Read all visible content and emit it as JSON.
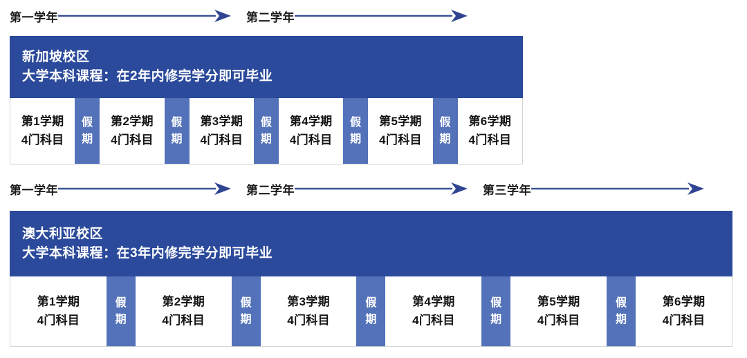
{
  "theme": {
    "header_blue": "#2b4a9b",
    "vacation_blue": "#5472b9",
    "arrow_blue": "#3a5296",
    "text_dark": "#141414",
    "cell_border": "#d4d4d4",
    "background": "#ffffff"
  },
  "programs": [
    {
      "id": "singapore",
      "timeline": {
        "years": [
          "第一学年",
          "第二学年"
        ],
        "arrow_count": 2
      },
      "campus_name": "新加坡校区",
      "campus_desc": "大学本科课程：在2年内修完学分即可毕业",
      "vacation_label_lines": [
        "假",
        "期"
      ],
      "terms": [
        {
          "name": "第1学期",
          "subjects": "4门科目"
        },
        {
          "name": "第2学期",
          "subjects": "4门科目"
        },
        {
          "name": "第3学期",
          "subjects": "4门科目"
        },
        {
          "name": "第4学期",
          "subjects": "4门科目"
        },
        {
          "name": "第5学期",
          "subjects": "4门科目"
        },
        {
          "name": "第6学期",
          "subjects": "4门科目"
        }
      ]
    },
    {
      "id": "australia",
      "timeline": {
        "years": [
          "第一学年",
          "第二学年",
          "第三学年"
        ],
        "arrow_count": 3
      },
      "campus_name": "澳大利亚校区",
      "campus_desc": "大学本科课程：在3年内修完学分即可毕业",
      "vacation_label_lines": [
        "假",
        "期"
      ],
      "terms": [
        {
          "name": "第1学期",
          "subjects": "4门科目"
        },
        {
          "name": "第2学期",
          "subjects": "4门科目"
        },
        {
          "name": "第3学期",
          "subjects": "4门科目"
        },
        {
          "name": "第4学期",
          "subjects": "4门科目"
        },
        {
          "name": "第5学期",
          "subjects": "4门科目"
        },
        {
          "name": "第6学期",
          "subjects": "4门科目"
        }
      ]
    }
  ]
}
